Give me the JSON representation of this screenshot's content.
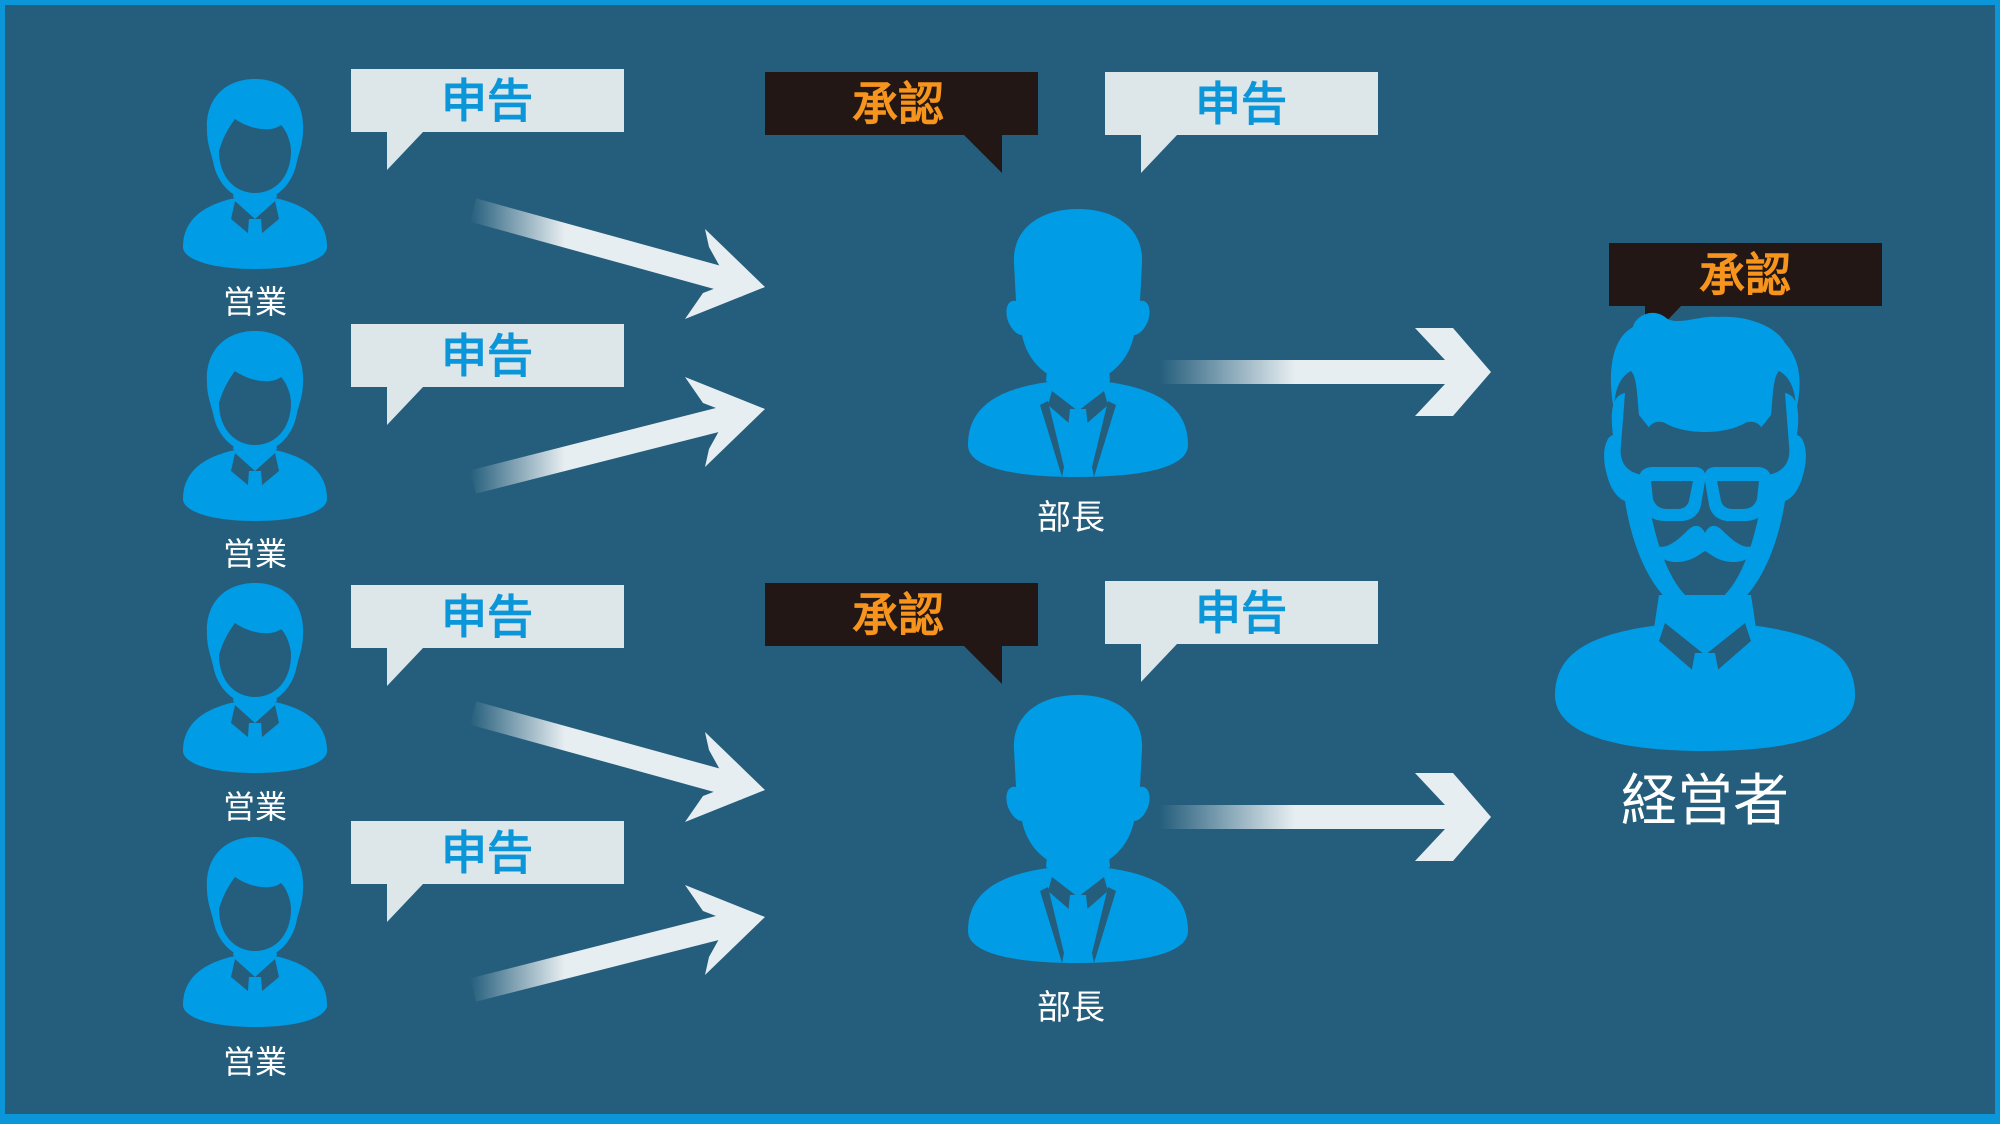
{
  "labels": {
    "report": "申告",
    "approve": "承認",
    "sales": "営業",
    "manager": "部長",
    "executive": "経営者"
  },
  "colors": {
    "background": "#255e7c",
    "frame": "#0a96d8",
    "person": "#009de6",
    "report_bubble": "#dde7ea",
    "report_text": "#0a96d8",
    "approve_bubble": "#221714",
    "approve_text": "#f7941d",
    "arrow": "#e7eef1"
  }
}
